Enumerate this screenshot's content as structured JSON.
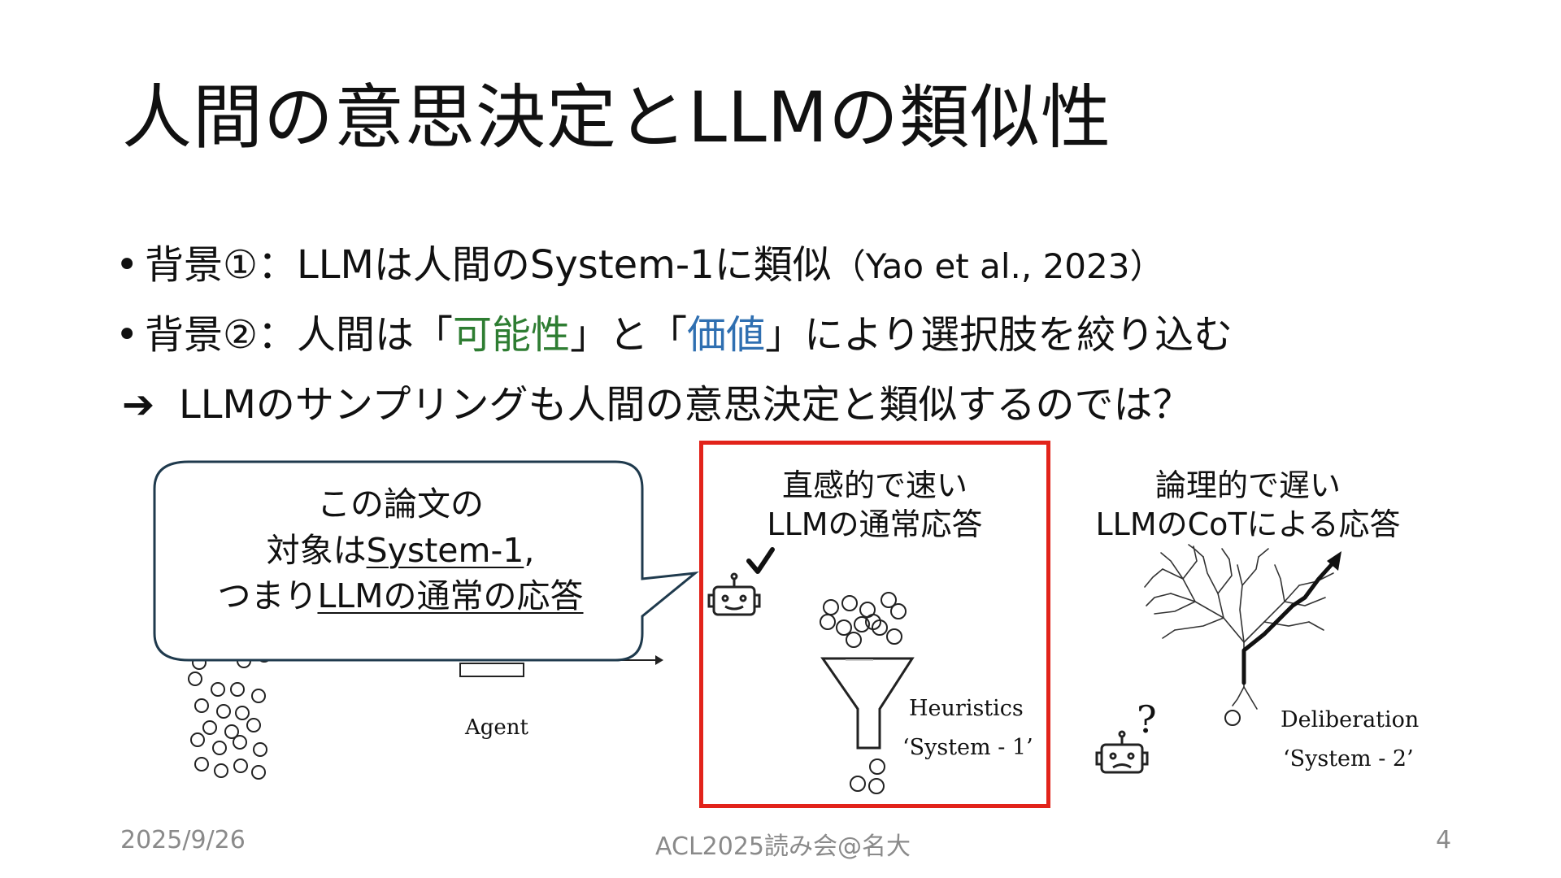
{
  "slide": {
    "title": "人間の意思決定とLLMの類似性",
    "bullet1": {
      "marker": "•",
      "text": "背景①：LLMは人間のSystem-1に類似",
      "citation": "（Yao et al., 2023）"
    },
    "bullet2": {
      "marker": "•",
      "pre": "背景②：人間は「",
      "possibility": "可能性",
      "mid": "」と「",
      "value": "価値",
      "post": "」により選択肢を絞り込む"
    },
    "conclusion": {
      "arrow": "➔",
      "text": "LLMのサンプリングも人間の意思決定と類似するのでは？"
    },
    "colors": {
      "possibility": "#2e7d32",
      "value": "#2f6fb1",
      "highlight_box": "#e2231a"
    }
  },
  "figure": {
    "bubble": {
      "line1": "この論文の",
      "line2_pre": "対象は",
      "line2_u": "System-1",
      "line2_post": ",",
      "line3_pre": "つまり",
      "line3_u": "LLMの通常の応答"
    },
    "agent_label": "Agent",
    "system1": {
      "caption_line1": "直感的で速い",
      "caption_line2": "LLMの通常応答",
      "heuristics": "Heuristics",
      "system_label": "‘System - 1’",
      "robot_icon": "happy-robot-icon",
      "check_icon": "checkmark-icon"
    },
    "system2": {
      "caption_line1": "論理的で遅い",
      "caption_line2": "LLMのCoTによる応答",
      "deliberation": "Deliberation",
      "system_label": "‘System - 2’",
      "robot_icon": "sad-robot-icon",
      "question_mark": "?"
    }
  },
  "footer": {
    "date": "2025/9/26",
    "event": "ACL2025読み会@名大",
    "page": "4"
  }
}
